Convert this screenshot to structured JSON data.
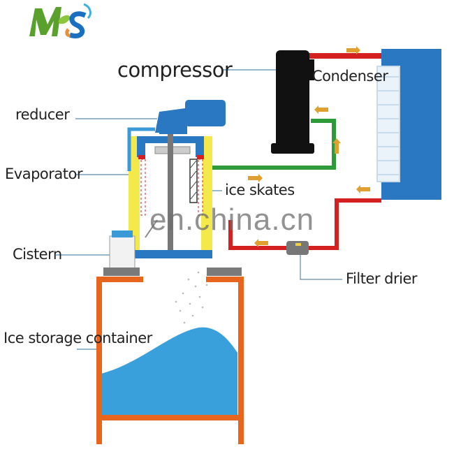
{
  "logo": {
    "text": "MS",
    "colors": {
      "green": "#5aa02c",
      "blue": "#1b6fc0",
      "orange": "#e8903a"
    }
  },
  "labels": {
    "compressor": "compressor",
    "condenser": "Condenser",
    "reducer": "reducer",
    "evaporator": "Evaporator",
    "ice_skates": "ice skates",
    "cistern": "Cistern",
    "filter_drier": "Filter drier",
    "ice_storage": "Ice storage container"
  },
  "watermark": "en.china.cn",
  "colors": {
    "blue": "#2a78c2",
    "red": "#d42020",
    "green": "#2e9a3a",
    "orange": "#e8651e",
    "yellow": "#f4e94a",
    "arrow": "#e0a030",
    "ice": "#3aa0dc"
  }
}
